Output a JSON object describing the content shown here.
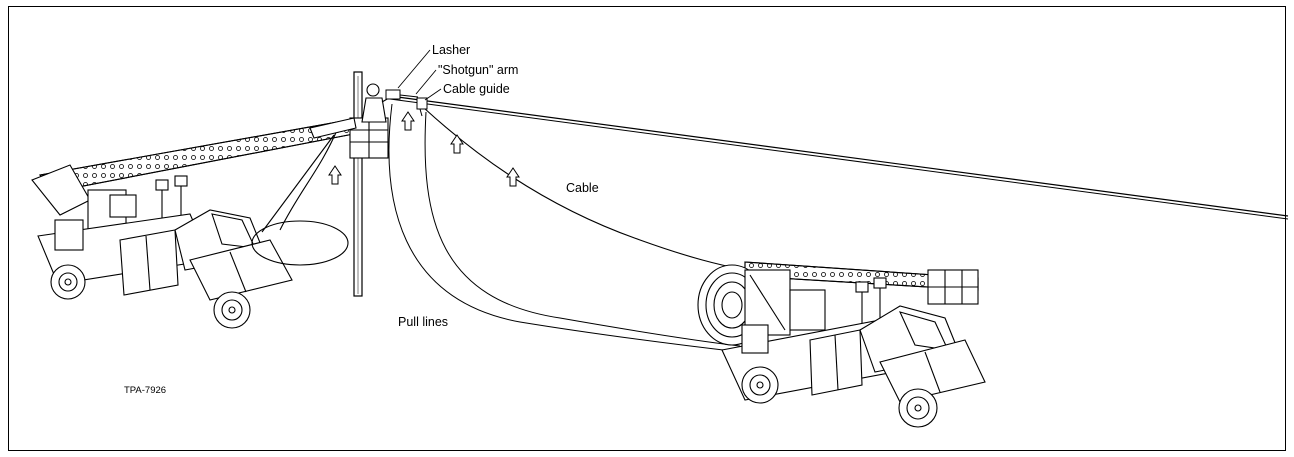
{
  "figure_tag": "TPA-7926",
  "labels": {
    "lasher": "Lasher",
    "shotgun_arm": "\"Shotgun\" arm",
    "cable_guide": "Cable guide",
    "cable": "Cable",
    "pull_lines": "Pull lines"
  },
  "colors": {
    "stroke": "#000000",
    "background": "#ffffff"
  }
}
